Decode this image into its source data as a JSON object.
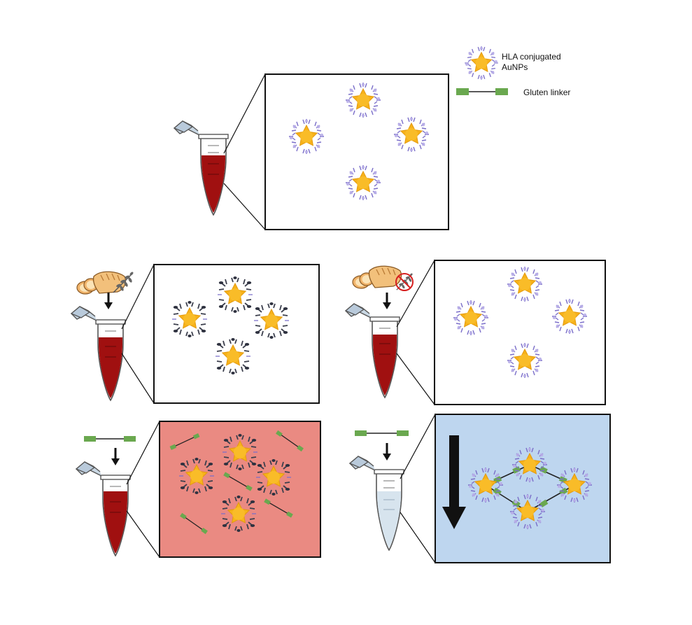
{
  "legend": {
    "nanoparticle_label_line1": "HLA conjugated",
    "nanoparticle_label_line2": "AuNPs",
    "linker_label": "Gluten linker"
  },
  "colors": {
    "gold_star": "#f7b21a",
    "gold_star_edge": "#e39a0f",
    "protein": "#7b6fc9",
    "protein_dark": "#3c3f4d",
    "tube_red": "#a01010",
    "tube_clear": "#d7e4ee",
    "linker_green": "#6aa84f",
    "panel_red_bg": "#ea8a82",
    "panel_blue_bg": "#bed6ef",
    "arrow": "#111111",
    "no_sign": "#d61f1f"
  },
  "icons": [
    "tube-icon",
    "bread-icon",
    "wheat-icon",
    "no-wheat-icon",
    "arrow-down-icon",
    "linker-icon",
    "aunp-icon"
  ]
}
